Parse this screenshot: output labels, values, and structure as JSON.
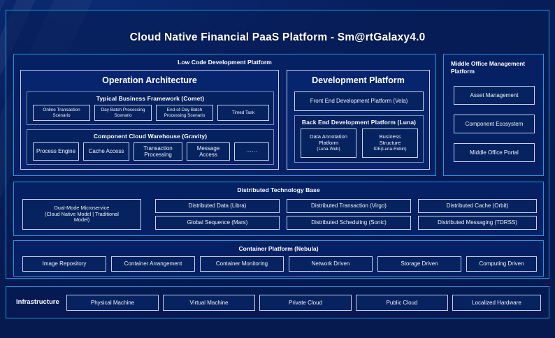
{
  "page": {
    "title": "Cloud Native Financial PaaS Platform - Sm@rtGalaxy4.0",
    "accent_color": "#1b9be0",
    "background_color": "#071d57",
    "box_border_color": "#c6d2ec"
  },
  "low_code": {
    "title": "Low Code Development Platform",
    "operation_architecture": {
      "title": "Operation Architecture",
      "typical_business_framework": {
        "title": "Typical Business Framework (Comet)",
        "items": [
          "Online Transaction Scenario",
          "Day Batch Processing Scenario",
          "End-of-Day Batch Processing Scenario",
          "Timed Task"
        ]
      },
      "component_cloud_warehouse": {
        "title": "Component Cloud Warehouse (Gravity)",
        "items": [
          "Process Engine",
          "Cache Access",
          "Transaction Processing",
          "Message Access",
          "······"
        ]
      }
    },
    "development_platform": {
      "title": "Development Platform",
      "front_end": "Front End Development Platform (Vela)",
      "back_end": {
        "title": "Back End Development Platform (Luna)",
        "items": [
          {
            "line1": "Data Annotation",
            "line2": "Platform",
            "line3": "(Luna-Web)"
          },
          {
            "line1": "Business",
            "line2": "Structure",
            "line3": "IDE(Luna-Robin)"
          }
        ]
      }
    }
  },
  "middle_office": {
    "title": "Middle Office Management Platform",
    "items": [
      "Asset Management",
      "Component Ecosystem",
      "Middle Office Portal"
    ]
  },
  "distributed_base": {
    "title": "Distributed Technology Base",
    "dual_mode": {
      "line1": "Dual-Mode Microservice",
      "line2": "(Cloud Native Model | Traditional",
      "line3": "Model)"
    },
    "grid": [
      [
        "Distributed Data (Libra)",
        "Distributed Transaction (Virgo)",
        "Distributed Cache (Orbit)"
      ],
      [
        "Global Sequence (Mars)",
        "Distributed Scheduling (Sonic)",
        "Distributed Messaging (TDRSS)"
      ]
    ]
  },
  "container_platform": {
    "title": "Container Platform (Nebula)",
    "items": [
      "Image Repository",
      "Container Arrangement",
      "Container Monitoring",
      "Network Driven",
      "Storage Driven",
      "Computing Driven"
    ]
  },
  "infrastructure": {
    "label": "Infrastructure",
    "items": [
      "Physical Machine",
      "Virtual Machine",
      "Private Cloud",
      "Public Cloud",
      "Localized Hardware"
    ]
  }
}
